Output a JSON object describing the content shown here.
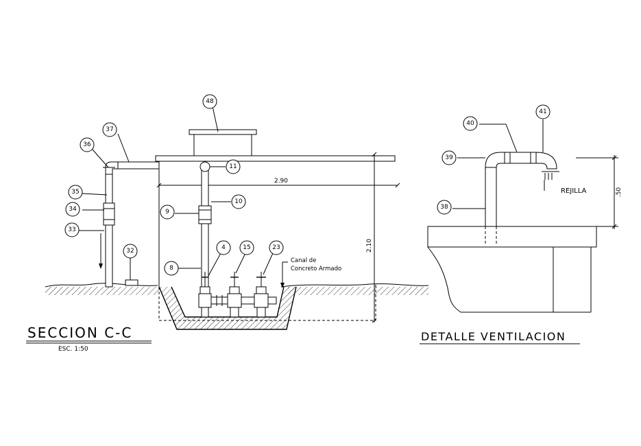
{
  "section": {
    "title": "SECCION C-C",
    "scale": "ESC. 1:50",
    "dim_width": "2.90",
    "dim_height": "2.10",
    "canal_line1": "Canal de",
    "canal_line2": "Concreto Armado"
  },
  "detail": {
    "title": "DETALLE VENTILACION",
    "grille": "REJILLA",
    "dim_height": ".50"
  },
  "callouts": [
    {
      "id": "48",
      "label": "48"
    },
    {
      "id": "37",
      "label": "37"
    },
    {
      "id": "36",
      "label": "36"
    },
    {
      "id": "35",
      "label": "35"
    },
    {
      "id": "34",
      "label": "34"
    },
    {
      "id": "33",
      "label": "33"
    },
    {
      "id": "32",
      "label": "32"
    },
    {
      "id": "11",
      "label": "11"
    },
    {
      "id": "10",
      "label": "10"
    },
    {
      "id": "9",
      "label": "9"
    },
    {
      "id": "8",
      "label": "8"
    },
    {
      "id": "4",
      "label": "4"
    },
    {
      "id": "15",
      "label": "15"
    },
    {
      "id": "23",
      "label": "23"
    },
    {
      "id": "40",
      "label": "40"
    },
    {
      "id": "41",
      "label": "41"
    },
    {
      "id": "39",
      "label": "39"
    },
    {
      "id": "38",
      "label": "38"
    }
  ]
}
